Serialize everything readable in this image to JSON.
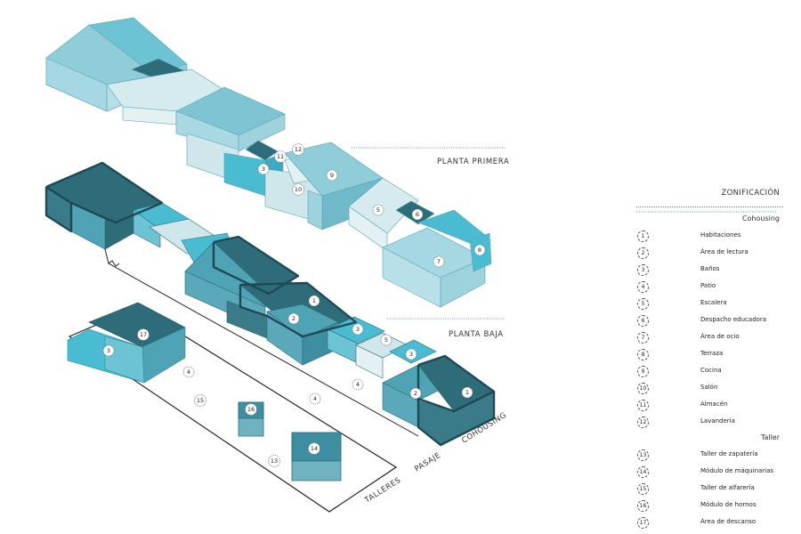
{
  "levels": {
    "planta_primera": "PLANTA PRIMERA",
    "planta_baja": "PLANTA BAJA"
  },
  "zones": {
    "cohousing": "COHOUSING",
    "pasaje": "PASAJE",
    "talleres": "TALLERES"
  },
  "legend": {
    "title": "ZONIFICACIÓN",
    "groups": [
      {
        "name": "Cohousing",
        "items": [
          {
            "num": "1",
            "label": "Habitaciones"
          },
          {
            "num": "2",
            "label": "Área de lectura"
          },
          {
            "num": "3",
            "label": "Baños"
          },
          {
            "num": "4",
            "label": "Patio"
          },
          {
            "num": "5",
            "label": "Escalera"
          },
          {
            "num": "6",
            "label": "Despacho educadora"
          },
          {
            "num": "7",
            "label": "Área de ocio"
          },
          {
            "num": "8",
            "label": "Terraza"
          },
          {
            "num": "9",
            "label": "Cocina"
          },
          {
            "num": "10",
            "label": "Salón"
          },
          {
            "num": "11",
            "label": "Almacén"
          },
          {
            "num": "12",
            "label": "Lavandería"
          }
        ]
      },
      {
        "name": "Taller",
        "items": [
          {
            "num": "13",
            "label": "Taller de zapatería"
          },
          {
            "num": "14",
            "label": "Módulo de máquinarias"
          },
          {
            "num": "15",
            "label": "Taller de alfarería"
          },
          {
            "num": "16",
            "label": "Módulo de hornos"
          },
          {
            "num": "17",
            "label": "Área de descanso"
          }
        ]
      }
    ]
  },
  "markers": {
    "m1": "1",
    "m2": "2",
    "m3": "3",
    "m4": "4",
    "m5": "5",
    "m6": "6",
    "m7": "7",
    "m8": "8",
    "m9": "9",
    "m10": "10",
    "m11": "11",
    "m12": "12",
    "m13": "13",
    "m14": "14",
    "m15": "15",
    "m16": "16",
    "m17": "17"
  },
  "colors": {
    "pale": "#cfe6ea",
    "light": "#8fcdd9",
    "cyan": "#49bcd2",
    "mid": "#4ea3b5",
    "dark": "#2f6c7a",
    "navy": "#1e4a55",
    "accent_rule": "#3a8fb5"
  }
}
